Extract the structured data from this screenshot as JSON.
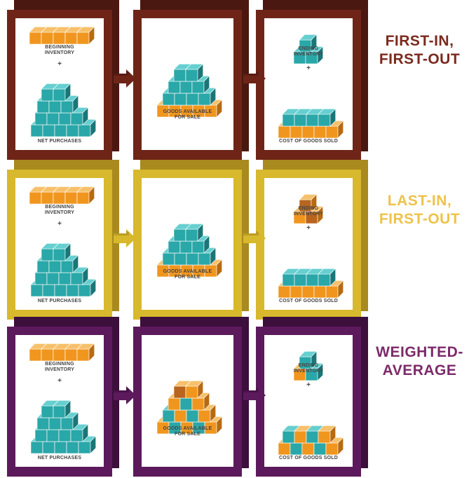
{
  "colors": {
    "fifo": "#6e2518",
    "fifo_dark": "#4a1810",
    "lifo": "#d8b82c",
    "lifo_dark": "#a88a1e",
    "weighted": "#5c1a5c",
    "weighted_dark": "#3c0f3c",
    "teal": "#2aa7a8",
    "teal_top": "#66cfd0",
    "teal_side": "#1a7677",
    "orange": "#f0961e",
    "orange_top": "#f7c06a",
    "orange_side": "#b86a10",
    "brown": "#b8651e",
    "fifo_title": "#7a2a1e",
    "lifo_title": "#efc24a",
    "weighted_title": "#7c2a6a"
  },
  "labels": {
    "beginning_inventory": "BEGINNING\nINVENTORY",
    "net_purchases": "NET PURCHASES",
    "goods_available": "GOODS AVAILABLE\nFOR SALE",
    "ending_inventory": "ENDING\nINVENTORY",
    "cost_of_goods_sold": "COST OF GOODS SOLD",
    "plus": "+"
  },
  "rows": [
    {
      "key": "fifo",
      "title": "FIRST-IN,\nFIRST-OUT"
    },
    {
      "key": "lifo",
      "title": "LAST-IN,\nFIRST-OUT"
    },
    {
      "key": "weighted",
      "title": "WEIGHTED-\nAVERAGE"
    }
  ]
}
